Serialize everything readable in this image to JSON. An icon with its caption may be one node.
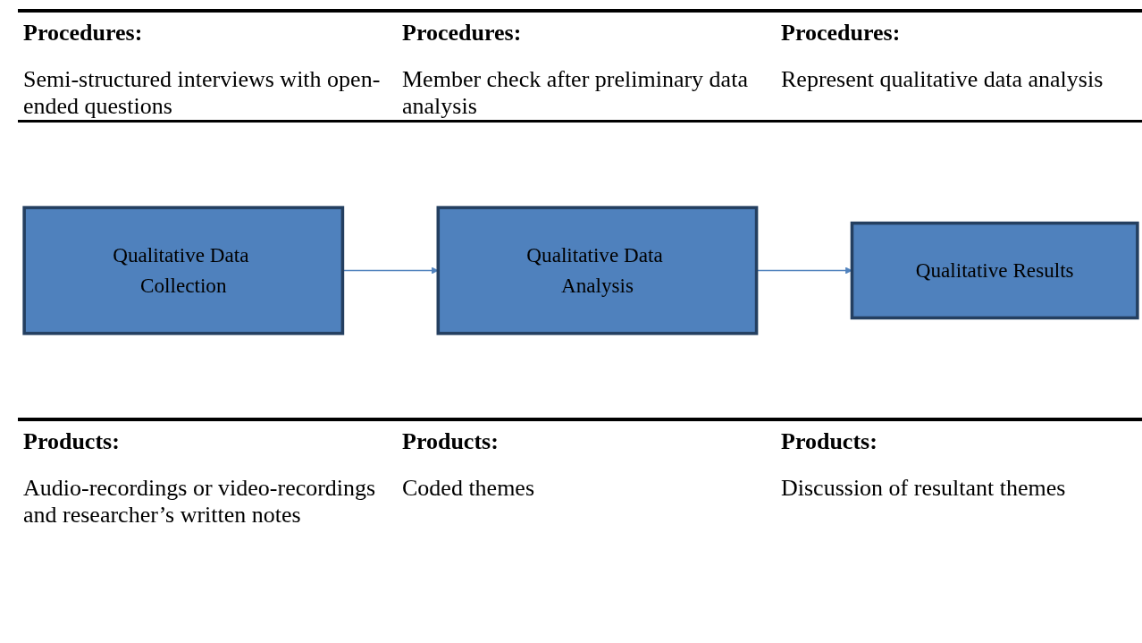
{
  "diagram": {
    "nodes": [
      {
        "text": [
          "Qualitative Data Collection"
        ]
      },
      {
        "text": [
          "Qualitative Data Analysis"
        ]
      },
      {
        "text": [
          "Qualitative Results"
        ]
      }
    ],
    "edges": [
      {
        "from": 0,
        "to": 1,
        "arrow": "to",
        "color": "#4f81bd"
      },
      {
        "from": 1,
        "to": 2,
        "arrow": "to",
        "color": "#4f81bd"
      }
    ],
    "labels": [
      "Procedures:",
      "Procedures:",
      "Procedures:",
      "Semi-structured interviews with open-ended questions",
      "Member check after preliminary data analysis",
      "Represent qualitative data analysis",
      "Products:",
      "Products:",
      "Products:",
      "Audio-recordings or video-recordings and researcher’s written notes",
      "Coded themes",
      "Discussion of resultant themes"
    ]
  }
}
